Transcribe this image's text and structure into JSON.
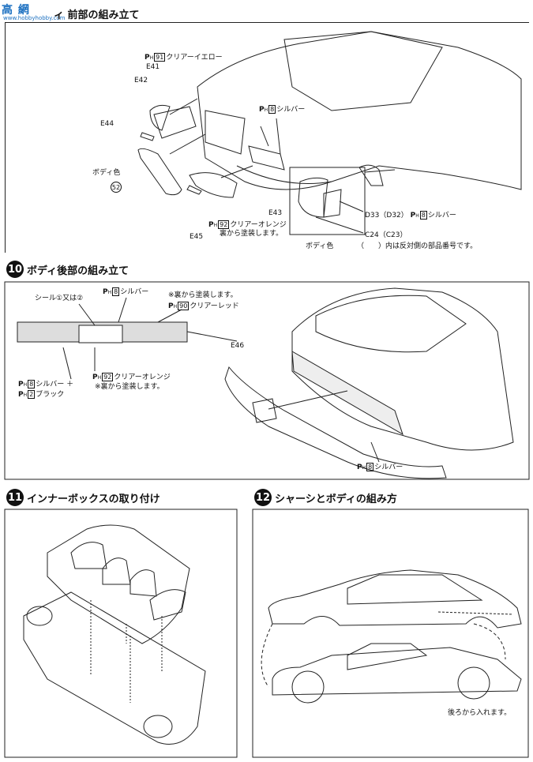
{
  "site_logo": {
    "chars": "高 網",
    "url": "www.hobbyhobby.com"
  },
  "step9": {
    "title": "ィ 前部の組み立て",
    "labels": {
      "ph91": "クリアーイエロー",
      "ph91_num": "91",
      "e41": "E41",
      "e42": "E42",
      "e44": "E44",
      "body_color": "ボディ色",
      "body_color_num": "52",
      "ph8": "シルバー",
      "ph8_num": "8",
      "e43": "E43",
      "ph92": "クリアーオレンジ",
      "ph92_num": "92",
      "ph92_note": "裏から塗装します。",
      "e45": "E45",
      "d33": "D33（D32）",
      "d33_ph_num": "8",
      "d33_ph": "シルバー",
      "c24": "C24（C23）",
      "inset_body_color": "ボディ色",
      "note": "（　　）内は反対側の部品番号です。"
    }
  },
  "step10": {
    "num": "10",
    "title": "ボディ後部の組み立て",
    "labels": {
      "seal": "シール①又は②",
      "ph8_num": "8",
      "ph8": "シルバー",
      "ura_note": "※裏から塗装します。",
      "ph90_num": "90",
      "ph90": "クリアーレッド",
      "e46": "E46",
      "ph92_num": "92",
      "ph92": "クリアーオレンジ",
      "ph92_note": "※裏から塗装します。",
      "ph8b_num": "8",
      "ph8b": "シルバー ＋",
      "ph2_num": "2",
      "ph2": "ブラック",
      "ph8c_num": "8",
      "ph8c": "シルバー"
    }
  },
  "step11": {
    "num": "11",
    "title": "インナーボックスの取り付け"
  },
  "step12": {
    "num": "12",
    "title": "シャーシとボディの組み方",
    "note": "後ろから入れます。"
  },
  "ph_mark": "P",
  "ph_sub": "H"
}
